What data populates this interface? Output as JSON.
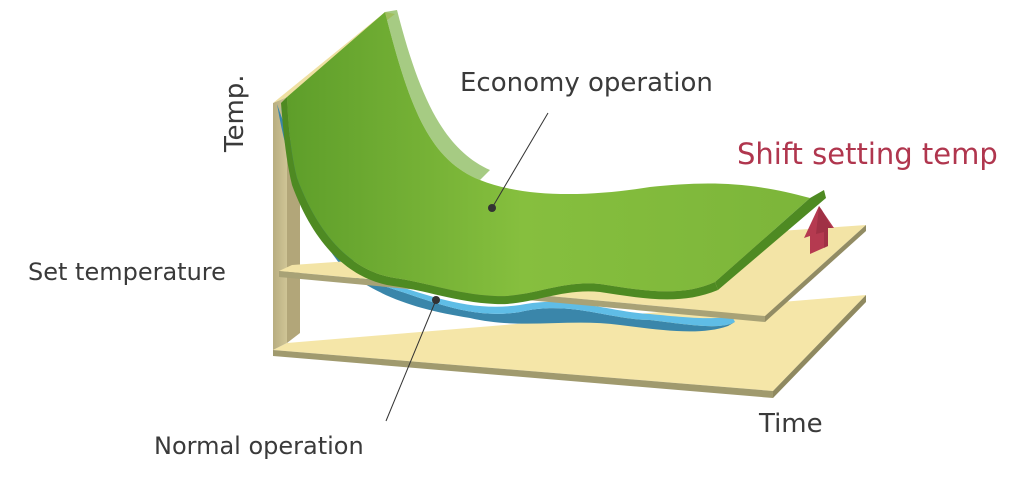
{
  "labels": {
    "y_axis": "Temp.",
    "x_axis": "Time",
    "set_temperature": "Set temperature",
    "economy": "Economy operation",
    "normal": "Normal operation",
    "shift": "Shift setting temp"
  },
  "colors": {
    "base_plane": "#f5e6a8",
    "base_edge": "#a09a6e",
    "wall": "#c4b98c",
    "set_plane": "#f3e4a6",
    "economy_surface": "#7cb53a",
    "economy_edge": "#4e8a22",
    "normal_surface": "#5fbde6",
    "normal_edge": "#3a86aa",
    "shift_arrow": "#b53a50",
    "shift_text": "#b0364e",
    "label_text": "#3a3a3a"
  }
}
